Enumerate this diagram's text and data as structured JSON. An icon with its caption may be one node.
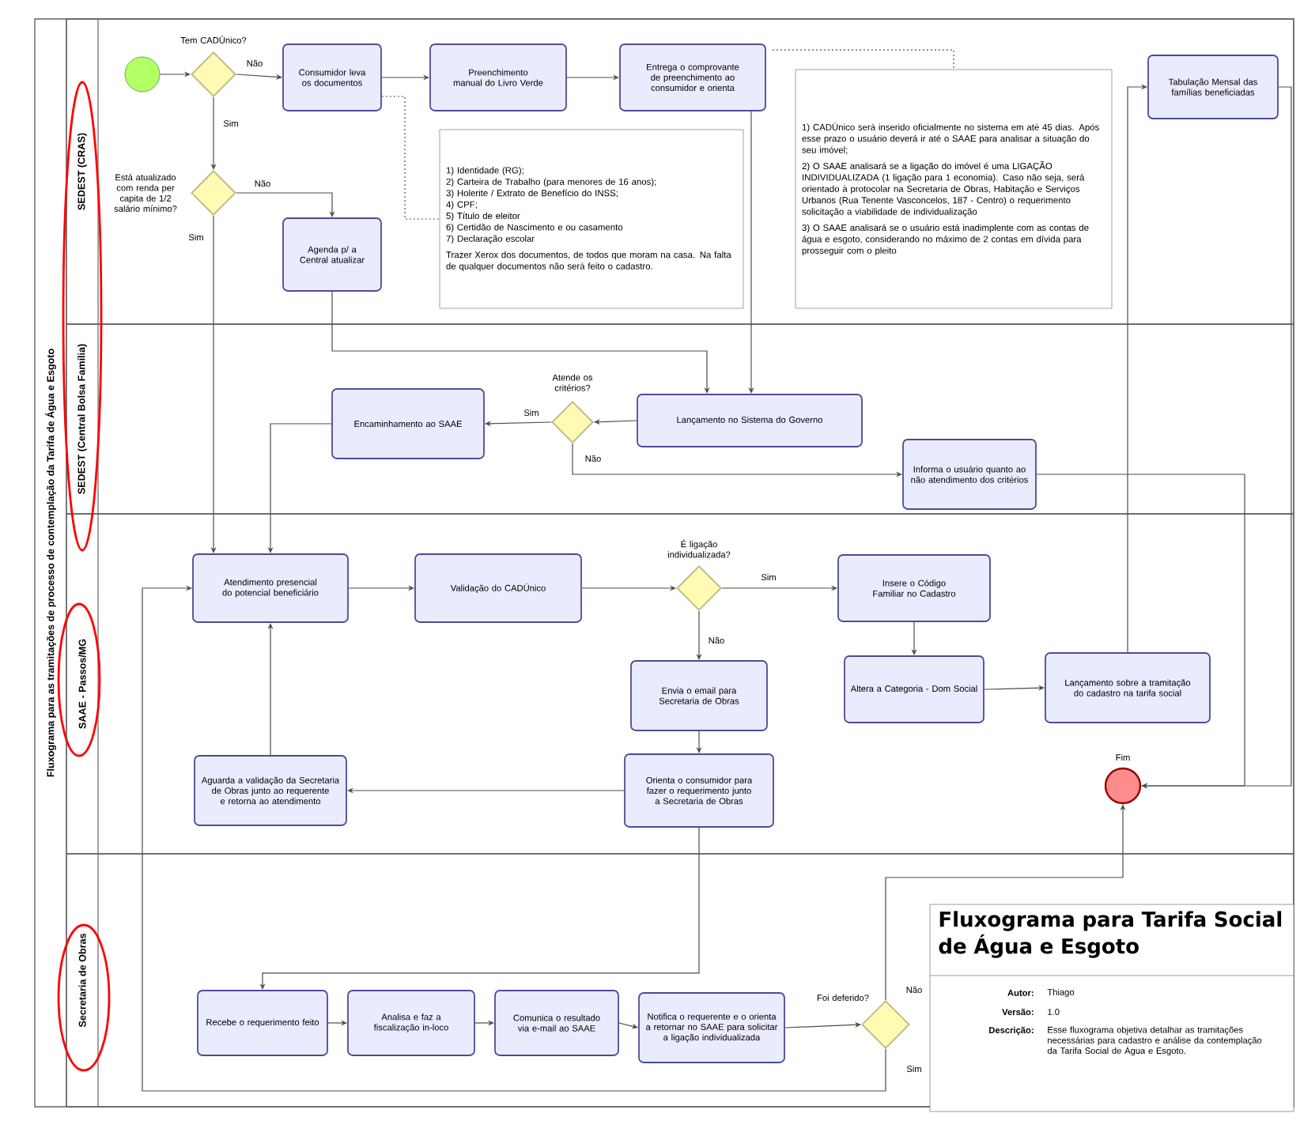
{
  "diagram": {
    "nodes": [
      {
        "text": [
          "Fluxograma para as tramitações de processo de contemplação da Tarifa de Água e Esgoto"
        ]
      },
      {
        "text": [
          "SEDEST (CRAS)"
        ],
        "in": 0
      },
      {
        "text": [
          "SEDEST (Central Bolsa Família)"
        ],
        "in": 0
      },
      {
        "text": [
          "SAAE - Passos/MG"
        ],
        "in": 0
      },
      {
        "text": [
          "Secretaria de Obras"
        ],
        "in": 0
      },
      {
        "text": [],
        "shape": "circle",
        "in": 1
      },
      {
        "text": [
          "Tem CADÚnico?"
        ],
        "in": 1
      },
      {
        "text": [
          "Consumidor leva os documentos"
        ],
        "in": 1
      },
      {
        "text": [
          "Preenchimento manual do Livro Verde"
        ],
        "in": 1
      },
      {
        "text": [
          "Entrega o comprovante de preenchimento ao consumidor e orienta"
        ],
        "in": 1
      },
      {
        "text": [
          "1) Identidade (RG);",
          "2) Carteira de Trabalho (para menores de 16 anos);",
          "3) Holerite / Extrato de Benefício do INSS;",
          "4) CPF;",
          "5) Título de eleitor",
          "6) Certidão de Nascimento e ou casamento",
          "7) Declaração escolar",
          "Trazer Xerox dos documentos, de todos que moram na casa. Na falta de qualquer documentos não será feito o cadastro."
        ],
        "in": 1
      },
      {
        "text": [
          "1) CADÚnico será inserido oficialmente no sistema em até 45 dias. Após esse prazo o usuário deverá ir até o SAAE para analisar a situação do seu imóvel;",
          "2) O SAAE analisará se a ligação do imóvel é uma LIGAÇÃO INDIVIDUALIZADA (1 ligação para 1 economia). Caso não seja, será orientado à protocolar na Secretaria de Obras, Habitação e Serviços Urbanos (Rua Tenente Vasconcelos, 187 - Centro) o requerimento solicitação a viabilidade de individualização",
          "3) O SAAE analisará se o usuário está inadimplente com as contas de água e esgoto, considerando no máximo de 2 contas em dívida para prosseguir com o pleito"
        ],
        "in": 1
      },
      {
        "text": [
          "Tabulação Mensal das famílias beneficiadas"
        ],
        "in": 1
      },
      {
        "text": [
          "Está atualizado com renda per capita de 1/2 salário mínimo?"
        ],
        "in": 1
      },
      {
        "text": [
          "Agenda p/ a Central atualizar"
        ],
        "in": 1
      },
      {
        "text": [
          "Lançamento no Sistema do Governo"
        ],
        "in": 2
      },
      {
        "text": [
          "Atende os critérios?"
        ],
        "in": 2
      },
      {
        "text": [
          "Encaminhamento ao SAAE"
        ],
        "in": 2
      },
      {
        "text": [
          "Informa o usuário quanto ao não atendimento dos critérios"
        ],
        "in": 2
      },
      {
        "text": [
          "Atendimento presencial do potencial beneficiário"
        ],
        "in": 3
      },
      {
        "text": [
          "Validação do CADÚnico"
        ],
        "in": 3
      },
      {
        "text": [
          "É ligação individualizada?"
        ],
        "in": 3
      },
      {
        "text": [
          "Insere o Código Familiar no Cadastro"
        ],
        "in": 3
      },
      {
        "text": [
          "Altera a Categoria - Dom Social"
        ],
        "in": 3
      },
      {
        "text": [
          "Lançamento sobre a tramitação do cadastro na tarifa social"
        ],
        "in": 3
      },
      {
        "text": [
          "Envia o email para Secretaria de Obras"
        ],
        "in": 3
      },
      {
        "text": [
          "Orienta o consumidor para fazer o requerimento junto a Secretaria de Obras"
        ],
        "in": 3
      },
      {
        "text": [
          "Aguarda a validação da Secretaria de Obras junto ao requerente e retorna ao atendimento"
        ],
        "in": 3
      },
      {
        "text": [
          "Fim"
        ],
        "in": 3
      },
      {
        "text": [
          "Recebe o requerimento feito"
        ],
        "in": 4
      },
      {
        "text": [
          "Analisa e faz a fiscalização in-loco"
        ],
        "in": 4
      },
      {
        "text": [
          "Comunica o resultado via e-mail ao SAAE"
        ],
        "in": 4
      },
      {
        "text": [
          "Notifica o requerente e o orienta a retornar no SAAE para solicitar a ligação individualizada"
        ],
        "in": 4
      },
      {
        "text": [
          "Foi deferido?"
        ],
        "in": 4
      },
      {
        "text": [
          "Fluxograma para Tarifa Social de Água e Esgoto",
          "Autor:",
          "Thiago",
          "Versão:",
          "1.0",
          "Descrição:",
          "Esse fluxograma objetiva detalhar as tramitações necessárias para cadastro e análise da contemplação da Tarifa Social de Água e Esgoto."
        ],
        "in": 4
      }
    ],
    "edges": [
      {
        "from": 5,
        "to": 6,
        "arrow": "to"
      },
      {
        "from": 6,
        "to": 7,
        "arrow": "to",
        "label": "Não"
      },
      {
        "from": 7,
        "to": 8,
        "arrow": "to"
      },
      {
        "from": 8,
        "to": 9,
        "arrow": "to"
      },
      {
        "from": 6,
        "to": 13,
        "arrow": "to",
        "label": "Sim"
      },
      {
        "from": 13,
        "to": 14,
        "arrow": "to",
        "label": "Não"
      },
      {
        "from": 13,
        "to": 19,
        "arrow": "to",
        "label": "Sim"
      },
      {
        "from": 14,
        "to": 15,
        "arrow": "to"
      },
      {
        "from": 9,
        "to": 15,
        "arrow": "to"
      },
      {
        "from": 15,
        "to": 16,
        "arrow": "to"
      },
      {
        "from": 16,
        "to": 17,
        "arrow": "to",
        "label": "Sim"
      },
      {
        "from": 16,
        "to": 18,
        "arrow": "to",
        "label": "Não"
      },
      {
        "from": 17,
        "to": 19,
        "arrow": "to"
      },
      {
        "from": 19,
        "to": 20,
        "arrow": "to"
      },
      {
        "from": 20,
        "to": 21,
        "arrow": "to"
      },
      {
        "from": 21,
        "to": 22,
        "arrow": "to",
        "label": "Sim"
      },
      {
        "from": 21,
        "to": 25,
        "arrow": "to",
        "label": "Não"
      },
      {
        "from": 22,
        "to": 23,
        "arrow": "to"
      },
      {
        "from": 23,
        "to": 24,
        "arrow": "to"
      },
      {
        "from": 24,
        "to": 12,
        "arrow": "to"
      },
      {
        "from": 12,
        "to": 28,
        "arrow": "to"
      },
      {
        "from": 18,
        "to": 28,
        "arrow": "to"
      },
      {
        "from": 25,
        "to": 26,
        "arrow": "to"
      },
      {
        "from": 26,
        "to": 27,
        "arrow": "to"
      },
      {
        "from": 27,
        "to": 19,
        "arrow": "to"
      },
      {
        "from": 26,
        "to": 29,
        "arrow": "to"
      },
      {
        "from": 29,
        "to": 30,
        "arrow": "to"
      },
      {
        "from": 30,
        "to": 31,
        "arrow": "to"
      },
      {
        "from": 31,
        "to": 32,
        "arrow": "to"
      },
      {
        "from": 32,
        "to": 33,
        "arrow": "to"
      },
      {
        "from": 33,
        "to": 28,
        "arrow": "to",
        "label": "Não"
      },
      {
        "from": 33,
        "to": 19,
        "arrow": "to",
        "label": "Sim"
      },
      {
        "from": 7,
        "to": 10,
        "arrow": "none",
        "style": "dashed"
      },
      {
        "from": 9,
        "to": 11,
        "arrow": "none",
        "style": "dashed"
      }
    ]
  }
}
